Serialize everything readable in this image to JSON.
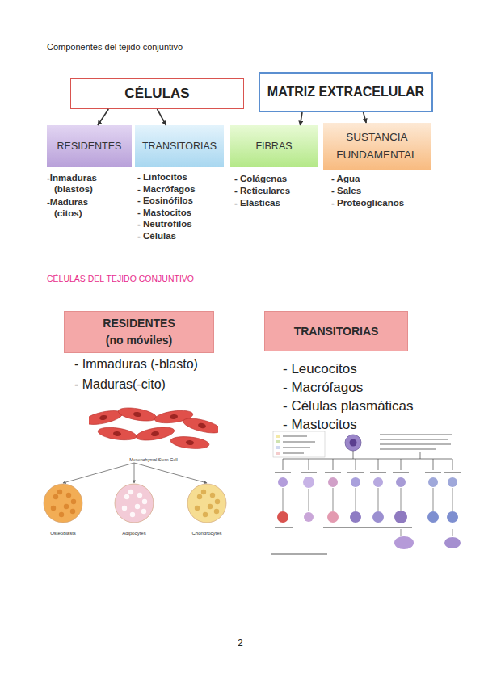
{
  "diagram": {
    "title": "Componentes del tejido conjuntivo",
    "nodes": [
      {
        "text": [
          "CÉLULAS"
        ]
      },
      {
        "text": [
          "MATRIZ EXTRACELULAR"
        ]
      },
      {
        "text": [
          "RESIDENTES"
        ]
      },
      {
        "text": [
          "TRANSITORIAS"
        ]
      },
      {
        "text": [
          "FIBRAS"
        ]
      },
      {
        "text": [
          "SUSTANCIA FUNDAMENTAL"
        ]
      },
      {
        "text": [
          "RESIDENTES (no móviles)"
        ]
      },
      {
        "text": [
          "TRANSITORIAS"
        ]
      },
      {
        "text": [
          "Mesenchymal Stem Cell"
        ]
      },
      {
        "text": [
          "Osteoblasts"
        ]
      },
      {
        "text": [
          "Adipocytes"
        ]
      },
      {
        "text": [
          "Chondrocytes"
        ]
      }
    ],
    "edges": [
      {
        "from": 0,
        "to": 2,
        "arrow": "to"
      },
      {
        "from": 0,
        "to": 3,
        "arrow": "to"
      },
      {
        "from": 1,
        "to": 4,
        "arrow": "to"
      },
      {
        "from": 1,
        "to": 5,
        "arrow": "to"
      },
      {
        "from": 8,
        "to": 9,
        "arrow": "to"
      },
      {
        "from": 8,
        "to": 10,
        "arrow": "to"
      },
      {
        "from": 8,
        "to": 11,
        "arrow": "to"
      }
    ],
    "labels": [
      "+",
      "-Inmaduras (blastos)",
      "-Maduras (citos)",
      "- Linfocitos",
      "- Macrófagos",
      "- Eosinófilos",
      "- Mastocitos",
      "- Neutrófilos",
      "- Células",
      "- Colágenas",
      "- Reticulares",
      "- Elásticas",
      "- Agua",
      "- Sales",
      "- Proteoglicanos",
      "CÉLULAS DEL TEJIDO CONJUNTIVO",
      "- Immaduras (-blasto)",
      "- Maduras(-cito)",
      "- Leucocitos",
      "- Macrófagos",
      "- Células plasmáticas",
      "- Mastocitos",
      "2"
    ]
  }
}
